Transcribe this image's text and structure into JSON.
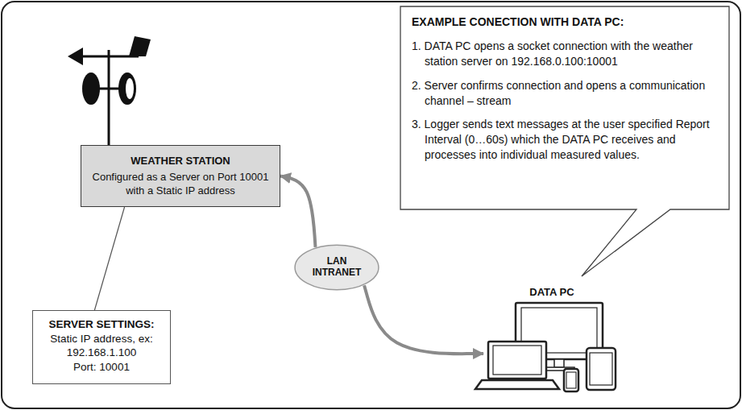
{
  "diagram": {
    "nodes": [
      {
        "text": [
          "EXAMPLE CONECTION WITH DATA PC:",
          "1. DATA PC opens a socket connection with the weather station server on 192.168.0.100:10001",
          "2. Server confirms connection and opens a communication channel – stream",
          "3. Logger sends text messages at the user specified Report Interval (0…60s) which the DATA PC receives and processes into individual measured values."
        ]
      },
      {
        "text": [
          "WEATHER STATION",
          "Configured as a Server on Port 10001 with a Static IP address"
        ]
      },
      {
        "text": [
          "SERVER SETTINGS:",
          "Static IP address, ex: 192.168.1.100",
          "Port: 10001"
        ]
      },
      {
        "text": [
          "LAN INTRANET"
        ]
      },
      {
        "text": [
          "DATA PC"
        ]
      }
    ],
    "edges": [
      {
        "from": 3,
        "to": 1,
        "arrow": "to"
      },
      {
        "from": 3,
        "to": 4,
        "arrow": "to"
      },
      {
        "from": 1,
        "to": 2,
        "arrow": "none"
      }
    ]
  }
}
